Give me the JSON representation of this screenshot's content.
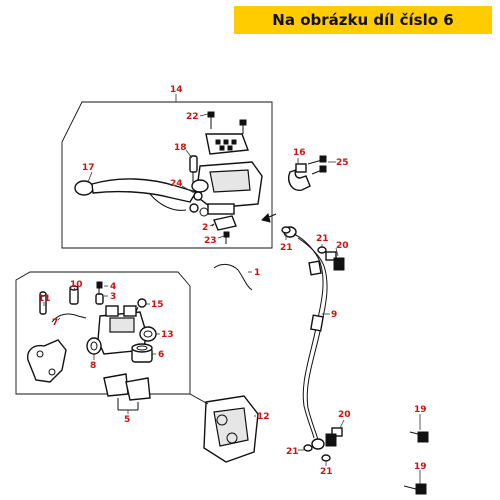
{
  "banner": {
    "text": "Na obrázku díl číslo 6"
  },
  "labels": {
    "l14": "14",
    "l22": "22",
    "l18": "18",
    "l17": "17",
    "l24": "24",
    "l2": "2",
    "l23": "23",
    "l16": "16",
    "l25": "25",
    "l21a": "21",
    "l21b": "21",
    "l20a": "20",
    "l1": "1",
    "l9": "9",
    "l10": "10",
    "l4": "4",
    "l3": "3",
    "l11": "11",
    "l15": "15",
    "l7": "7",
    "l13": "13",
    "l8": "8",
    "l6": "6",
    "l5": "5",
    "l12": "12",
    "l20b": "20",
    "l21c": "21",
    "l21d": "21",
    "l19a": "19",
    "l19b": "19"
  },
  "colors": {
    "banner_bg": "#ffcc00",
    "label_red": "#cc1111",
    "line": "#111111"
  }
}
